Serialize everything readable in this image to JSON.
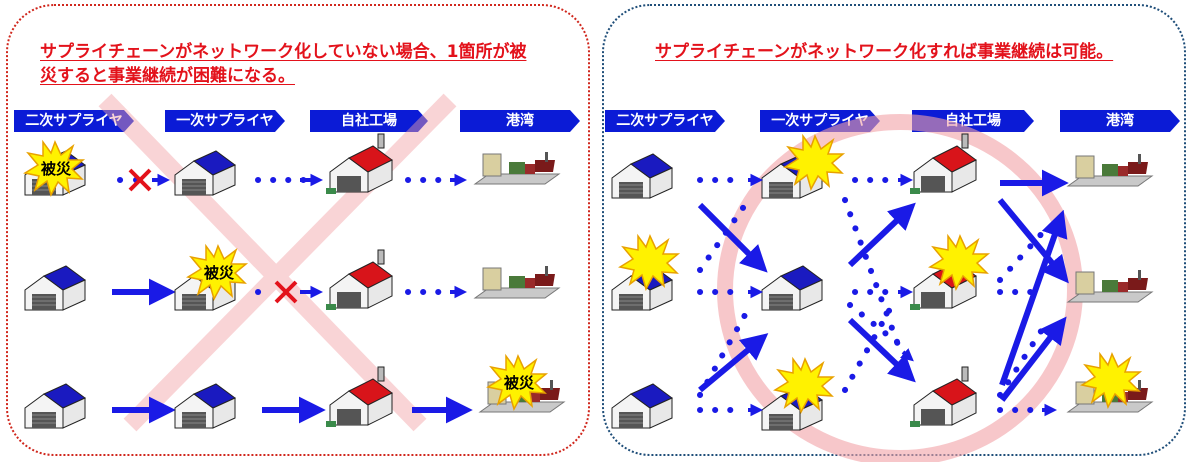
{
  "left_panel": {
    "caption_line1": "サプライチェーンがネットワーク化していない場合、1箇所が被",
    "caption_line2": "災すると事業継続が困難になる。",
    "headers": [
      "二次サプライヤ",
      "一次サプライヤ",
      "自社工場",
      "港湾"
    ],
    "disaster_label": "被災"
  },
  "right_panel": {
    "caption": "サプライチェーンがネットワーク化すれば事業継続は可能。",
    "headers": [
      "二次サプライヤ",
      "一次サプライヤ",
      "自社工場",
      "港湾"
    ]
  },
  "colors": {
    "left_border": "#d0271d",
    "right_border": "#1f4e79",
    "caption_text": "#e3121b",
    "header_fill": "#0b1bd6",
    "arrow": "#1a1ae6",
    "cross_mark": "#e3121b",
    "burst_fill": "#fff200"
  },
  "icons": [
    "warehouse-blue-icon",
    "factory-red-icon",
    "port-icon",
    "disaster-burst-icon",
    "x-mark-icon"
  ]
}
